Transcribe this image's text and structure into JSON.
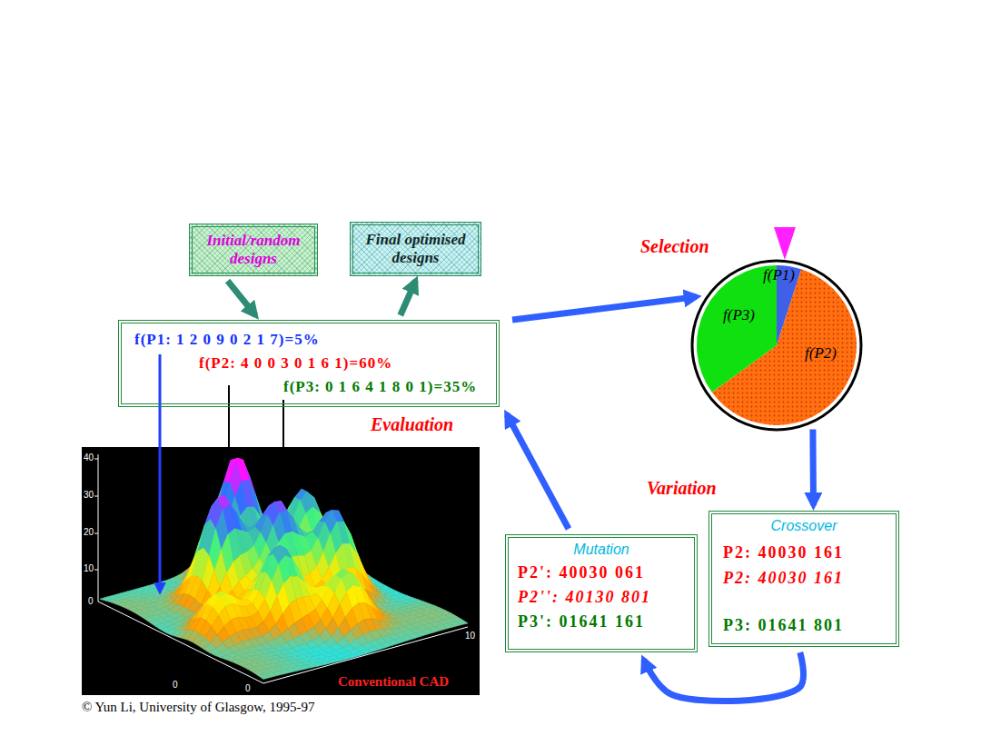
{
  "diagram": {
    "nodes": [
      {
        "text": [
          "Initial/random designs"
        ]
      },
      {
        "text": [
          "Final optimised designs"
        ]
      },
      {
        "text": [
          "f(P1: 1 2 0 9 0 2 1 7)=5%",
          "f(P2: 4 0 0 3 0 1 6 1)=60%",
          "f(P3: 0 1 6 4 1 8 0 1)=35%"
        ]
      },
      {
        "text": [
          "f(P1)",
          "f(P3)",
          "f(P2)"
        ]
      },
      {
        "text": [
          "Crossover",
          "P2: 40030 161",
          "P2: 40030 161",
          "P3: 01641 801"
        ]
      },
      {
        "text": [
          "Mutation",
          "P2': 40030 061",
          "P2'': 40130 801",
          "P3': 01641 161"
        ]
      }
    ],
    "edges": [
      {
        "from": 0,
        "to": 2,
        "arrow": "to"
      },
      {
        "from": 2,
        "to": 1,
        "arrow": "to"
      },
      {
        "from": 2,
        "to": 3,
        "arrow": "to"
      },
      {
        "from": 3,
        "to": 4,
        "arrow": "to"
      },
      {
        "from": 4,
        "to": 5,
        "arrow": "to"
      },
      {
        "from": 5,
        "to": 2,
        "arrow": "to"
      }
    ],
    "labels": [
      "Evaluation",
      "Selection",
      "Variation",
      "Conventional CAD",
      "40",
      "30",
      "20",
      "10",
      "0",
      "0",
      "0",
      "10",
      "© Yun Li, University of Glasgow, 1995-97"
    ]
  }
}
